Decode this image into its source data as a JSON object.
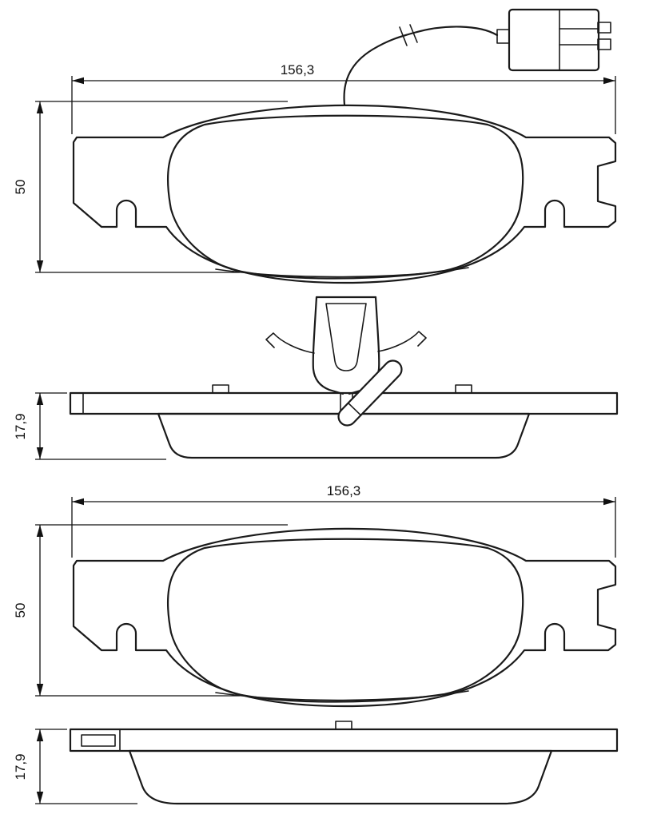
{
  "canvas": {
    "background": "#ffffff",
    "line_color": "#1a1a1a",
    "dimension_color": "#111111"
  },
  "dimensions": {
    "pad1": {
      "width": "156,3",
      "height": "50",
      "thickness": "17,9"
    },
    "pad2": {
      "width": "156,3",
      "height": "50",
      "thickness": "17,9"
    }
  }
}
